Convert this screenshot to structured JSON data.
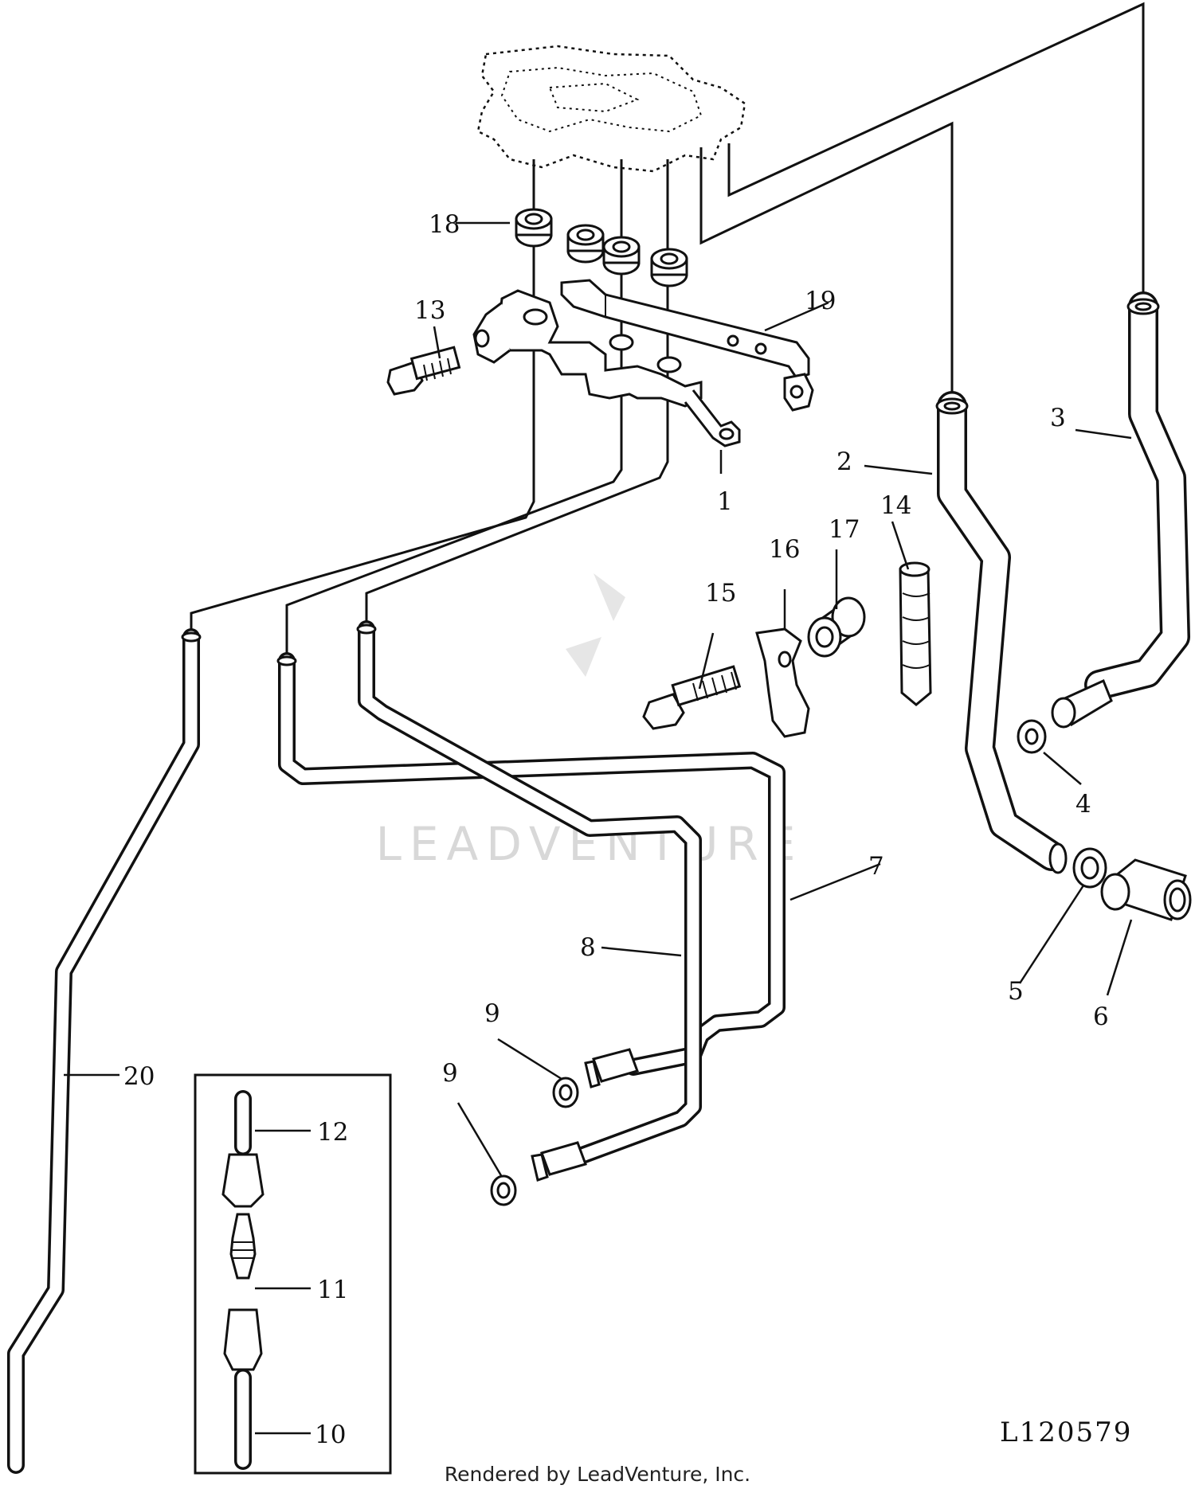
{
  "diagram": {
    "reference_code": "L120579",
    "footer": "Rendered by LeadVenture, Inc.",
    "watermark": "LEADVENTURE",
    "callouts": {
      "c1": "1",
      "c2": "2",
      "c3": "3",
      "c4": "4",
      "c5": "5",
      "c6": "6",
      "c7": "7",
      "c8": "8",
      "c9a": "9",
      "c9b": "9",
      "c10": "10",
      "c11": "11",
      "c12": "12",
      "c13": "13",
      "c14": "14",
      "c15": "15",
      "c16": "16",
      "c17": "17",
      "c18": "18",
      "c19": "19",
      "c20": "20"
    }
  }
}
